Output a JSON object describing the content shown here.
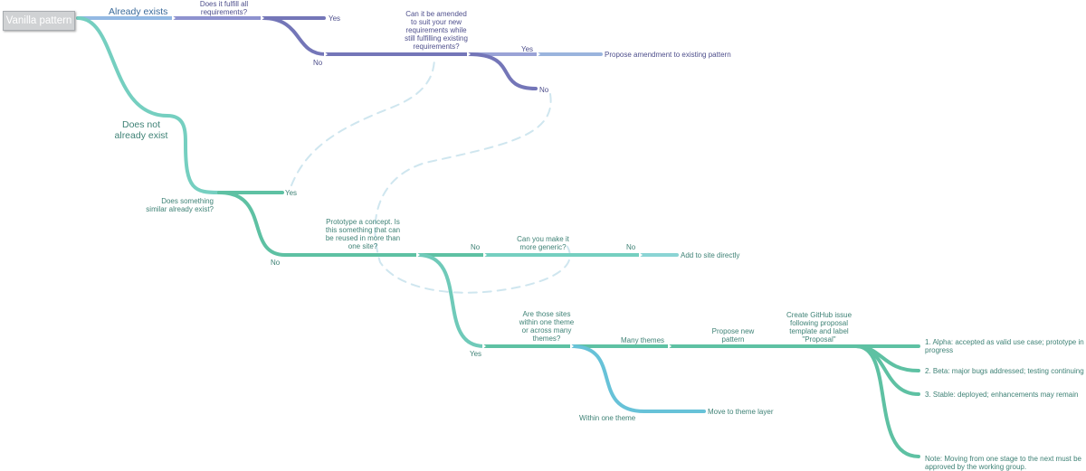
{
  "diagram": {
    "start": "Vanilla pattern",
    "colors": {
      "purple": "#7476b8",
      "purple_light": "#9a9fd2",
      "blue_light": "#93b9e3",
      "teal": "#75cfc0",
      "teal_green": "#5ec1a3",
      "teal_blue": "#67c2d8",
      "dashed": "#cfe6ef"
    },
    "labels": {
      "already_exists": "Already exists",
      "fulfil_question": "Does it fulfill all\nrequirements?",
      "yes_1": "Yes",
      "no_1": "No",
      "amend_question": "Can it be amended\nto suit your new\nrequirements while\nstill fulfilling existing\nrequirements?",
      "yes_2": "Yes",
      "propose_amendment": "Propose amendment to existing pattern",
      "no_2": "No",
      "does_not_exist": "Does not\nalready exist",
      "similar_question": "Does something\nsimilar already exist?",
      "yes_3": "Yes",
      "no_3": "No",
      "prototype_question": "Prototype a concept. Is\nthis something that can\nbe reused in more than\none site?",
      "no_4": "No",
      "generic_question": "Can you make it\nmore generic?",
      "no_5": "No",
      "add_to_site": "Add to site directly",
      "yes_4": "Yes",
      "themes_question": "Are those sites\nwithin one theme\nor across many\nthemes?",
      "many_themes": "Many themes",
      "propose_new": "Propose new\npattern",
      "github_issue": "Create GitHub issue\nfollowing proposal\ntemplate and label\n\"Proposal\"",
      "within_one_theme": "Within one theme",
      "move_to_theme": "Move to theme layer",
      "stage_alpha": "1.  Alpha: accepted as valid use case; prototype in\n     progress",
      "stage_beta": "2.  Beta: major bugs addressed; testing continuing",
      "stage_stable": "3.  Stable: deployed; enhancements may remain",
      "note": "Note: Moving from one stage to the next must be\napproved by the working group."
    }
  }
}
